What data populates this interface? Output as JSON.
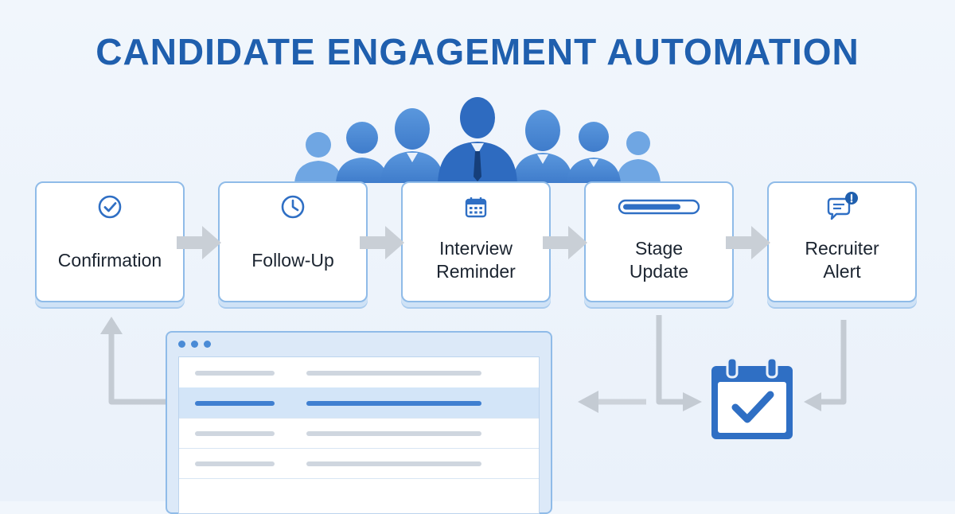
{
  "title": "CANDIDATE ENGAGEMENT AUTOMATION",
  "stages": [
    {
      "label": "Confirmation",
      "icon": "check-circle-icon"
    },
    {
      "label": "Follow-Up",
      "icon": "clock-icon"
    },
    {
      "label": "Interview\nReminder",
      "icon": "calendar-icon"
    },
    {
      "label": "Stage\nUpdate",
      "icon": "progress-bar-icon"
    },
    {
      "label": "Recruiter\nAlert",
      "icon": "chat-alert-icon"
    }
  ],
  "colors": {
    "title": "#1f5fae",
    "accent": "#2f6fc4",
    "card_border": "#8fbbe8",
    "arrow_gray": "#c9cfd6"
  }
}
